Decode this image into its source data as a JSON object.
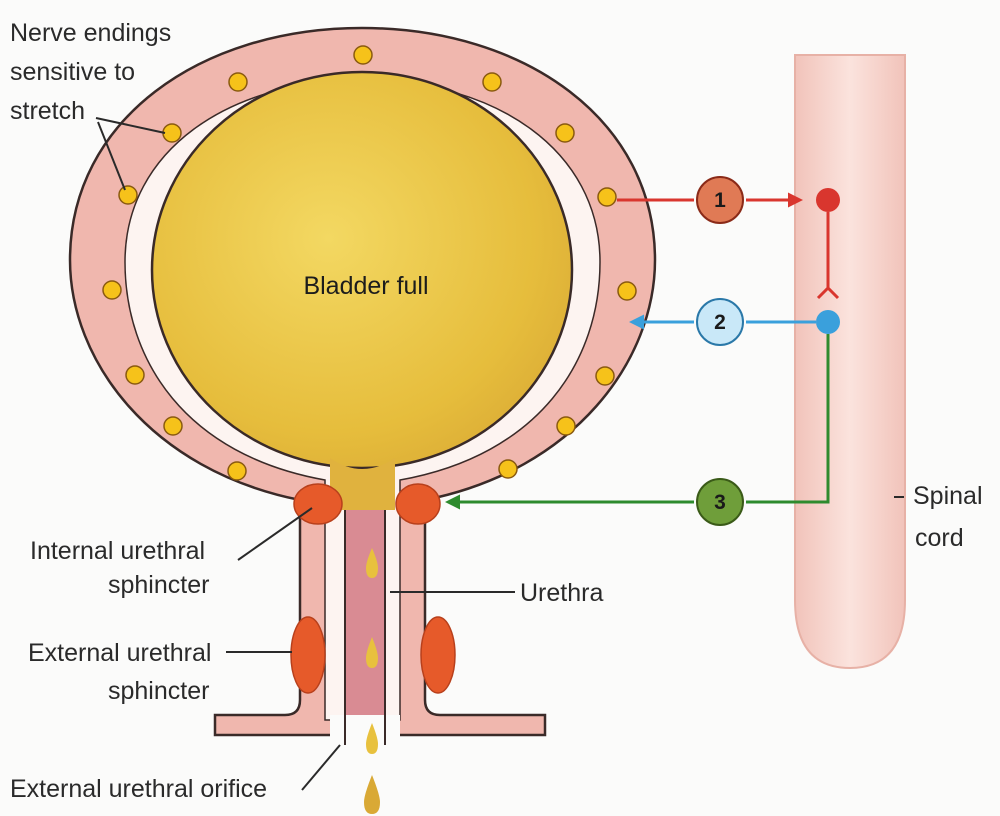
{
  "labels": {
    "nerve_endings": [
      "Nerve endings",
      "sensitive to",
      "stretch"
    ],
    "bladder": "Bladder full",
    "internal_sphincter": [
      "Internal urethral",
      "sphincter"
    ],
    "urethra": "Urethra",
    "external_sphincter": [
      "External urethral",
      "sphincter"
    ],
    "orifice": "External urethral orifice",
    "spinal_cord": [
      "Spinal",
      "cord"
    ]
  },
  "pathways": [
    {
      "number": "1",
      "color": "#d9362e",
      "fill": "#e07a55"
    },
    {
      "number": "2",
      "color": "#3aa0dc",
      "fill": "#c9e8f8"
    },
    {
      "number": "3",
      "color": "#2e8b2e",
      "fill": "#6f9e3a"
    }
  ],
  "colors": {
    "wall": "#f0b7ae",
    "urine": "#e8c13e",
    "sphincter": "#e65a2a",
    "nerve_ending": "#f6c21a",
    "spinal_cord": "#f4cfc7"
  }
}
